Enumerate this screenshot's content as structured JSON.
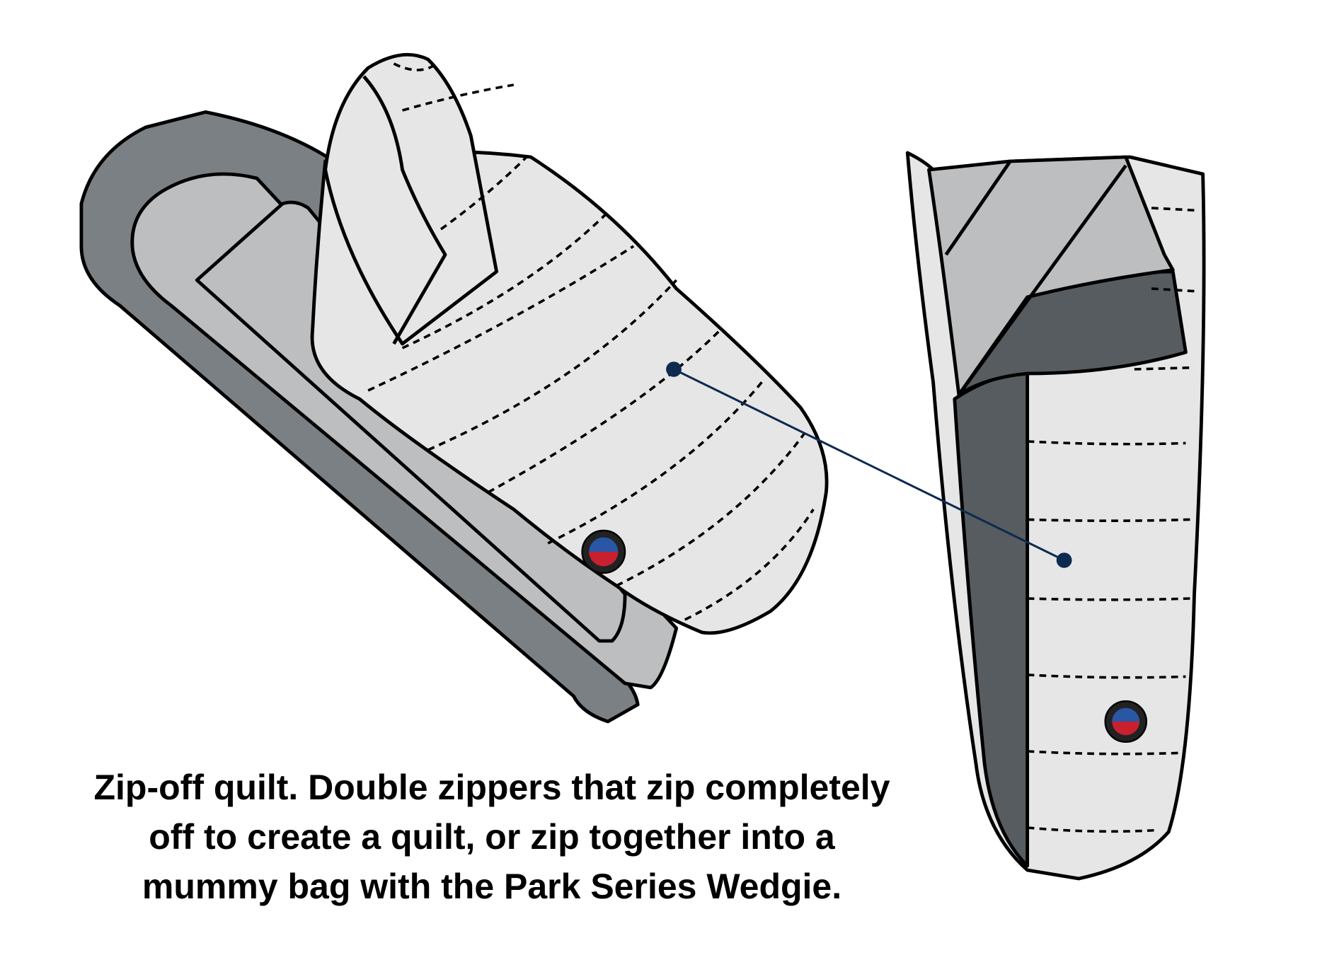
{
  "caption": {
    "lines": [
      "Zip-off quilt. Double zippers that zip completely",
      "off to create a quilt, or zip together into a",
      "mummy bag with the Park Series Wedgie."
    ]
  },
  "colors": {
    "outline": "#000000",
    "quilt_fill": "#e6e6e6",
    "pad_light": "#bcbec0",
    "pad_dark": "#7a8083",
    "liner_dark": "#565c5f",
    "callout": "#0d2a50",
    "logo_red": "#c8202f",
    "logo_blue": "#2a56a6"
  }
}
